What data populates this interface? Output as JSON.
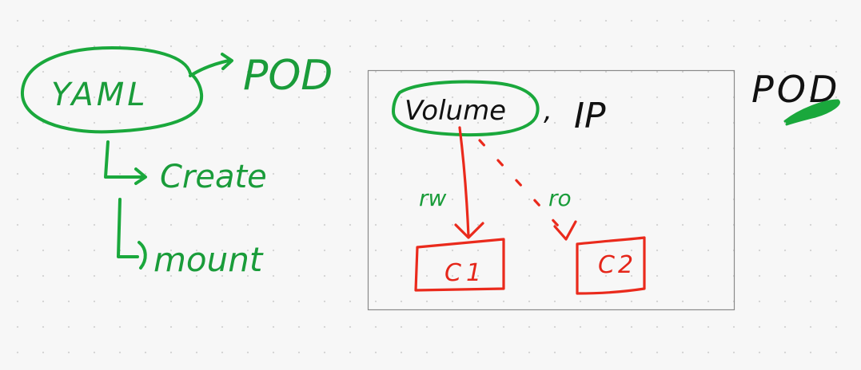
{
  "left": {
    "oval_label": "YAML",
    "arrow_target_label": "POD",
    "step_create": "Create",
    "step_mount": "mount"
  },
  "pod_box": {
    "volume_label": "Volume",
    "separator": ",",
    "ip_label": "IP",
    "rw_label": "rw",
    "ro_label": "ro",
    "container_1": "C1",
    "container_2": "C2"
  },
  "right": {
    "pod_title": "POD"
  },
  "colors": {
    "green_ink": "#1aa83c",
    "red_ink": "#ea2a1c",
    "black_ink": "#111111",
    "box_border": "#8a8a8a",
    "background": "#f7f7f7"
  }
}
